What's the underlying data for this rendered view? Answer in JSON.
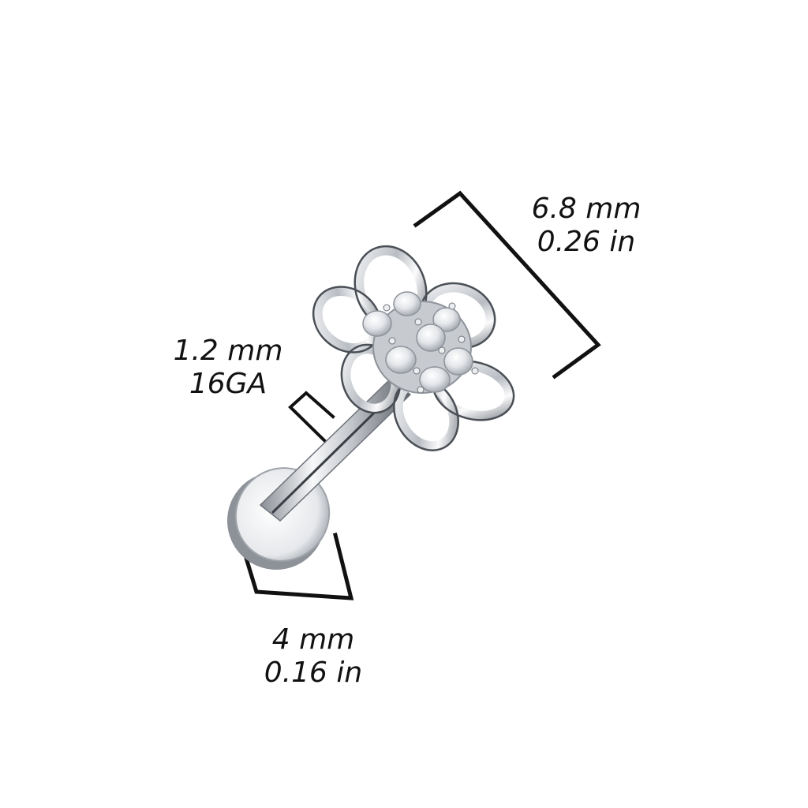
{
  "diagram": {
    "subject": "Flower top labret stud with clear crystals",
    "background_color": "#ffffff",
    "line_color": "#111111",
    "metal_color": "#c9ccd1",
    "crystal_color": "#eef0f3"
  },
  "dimensions": {
    "top": {
      "metric": "6.8 mm",
      "imperial": "0.26 in"
    },
    "gauge": {
      "metric": "1.2 mm",
      "gauge": "16GA"
    },
    "disc": {
      "metric": "4 mm",
      "imperial": "0.16 in"
    }
  }
}
